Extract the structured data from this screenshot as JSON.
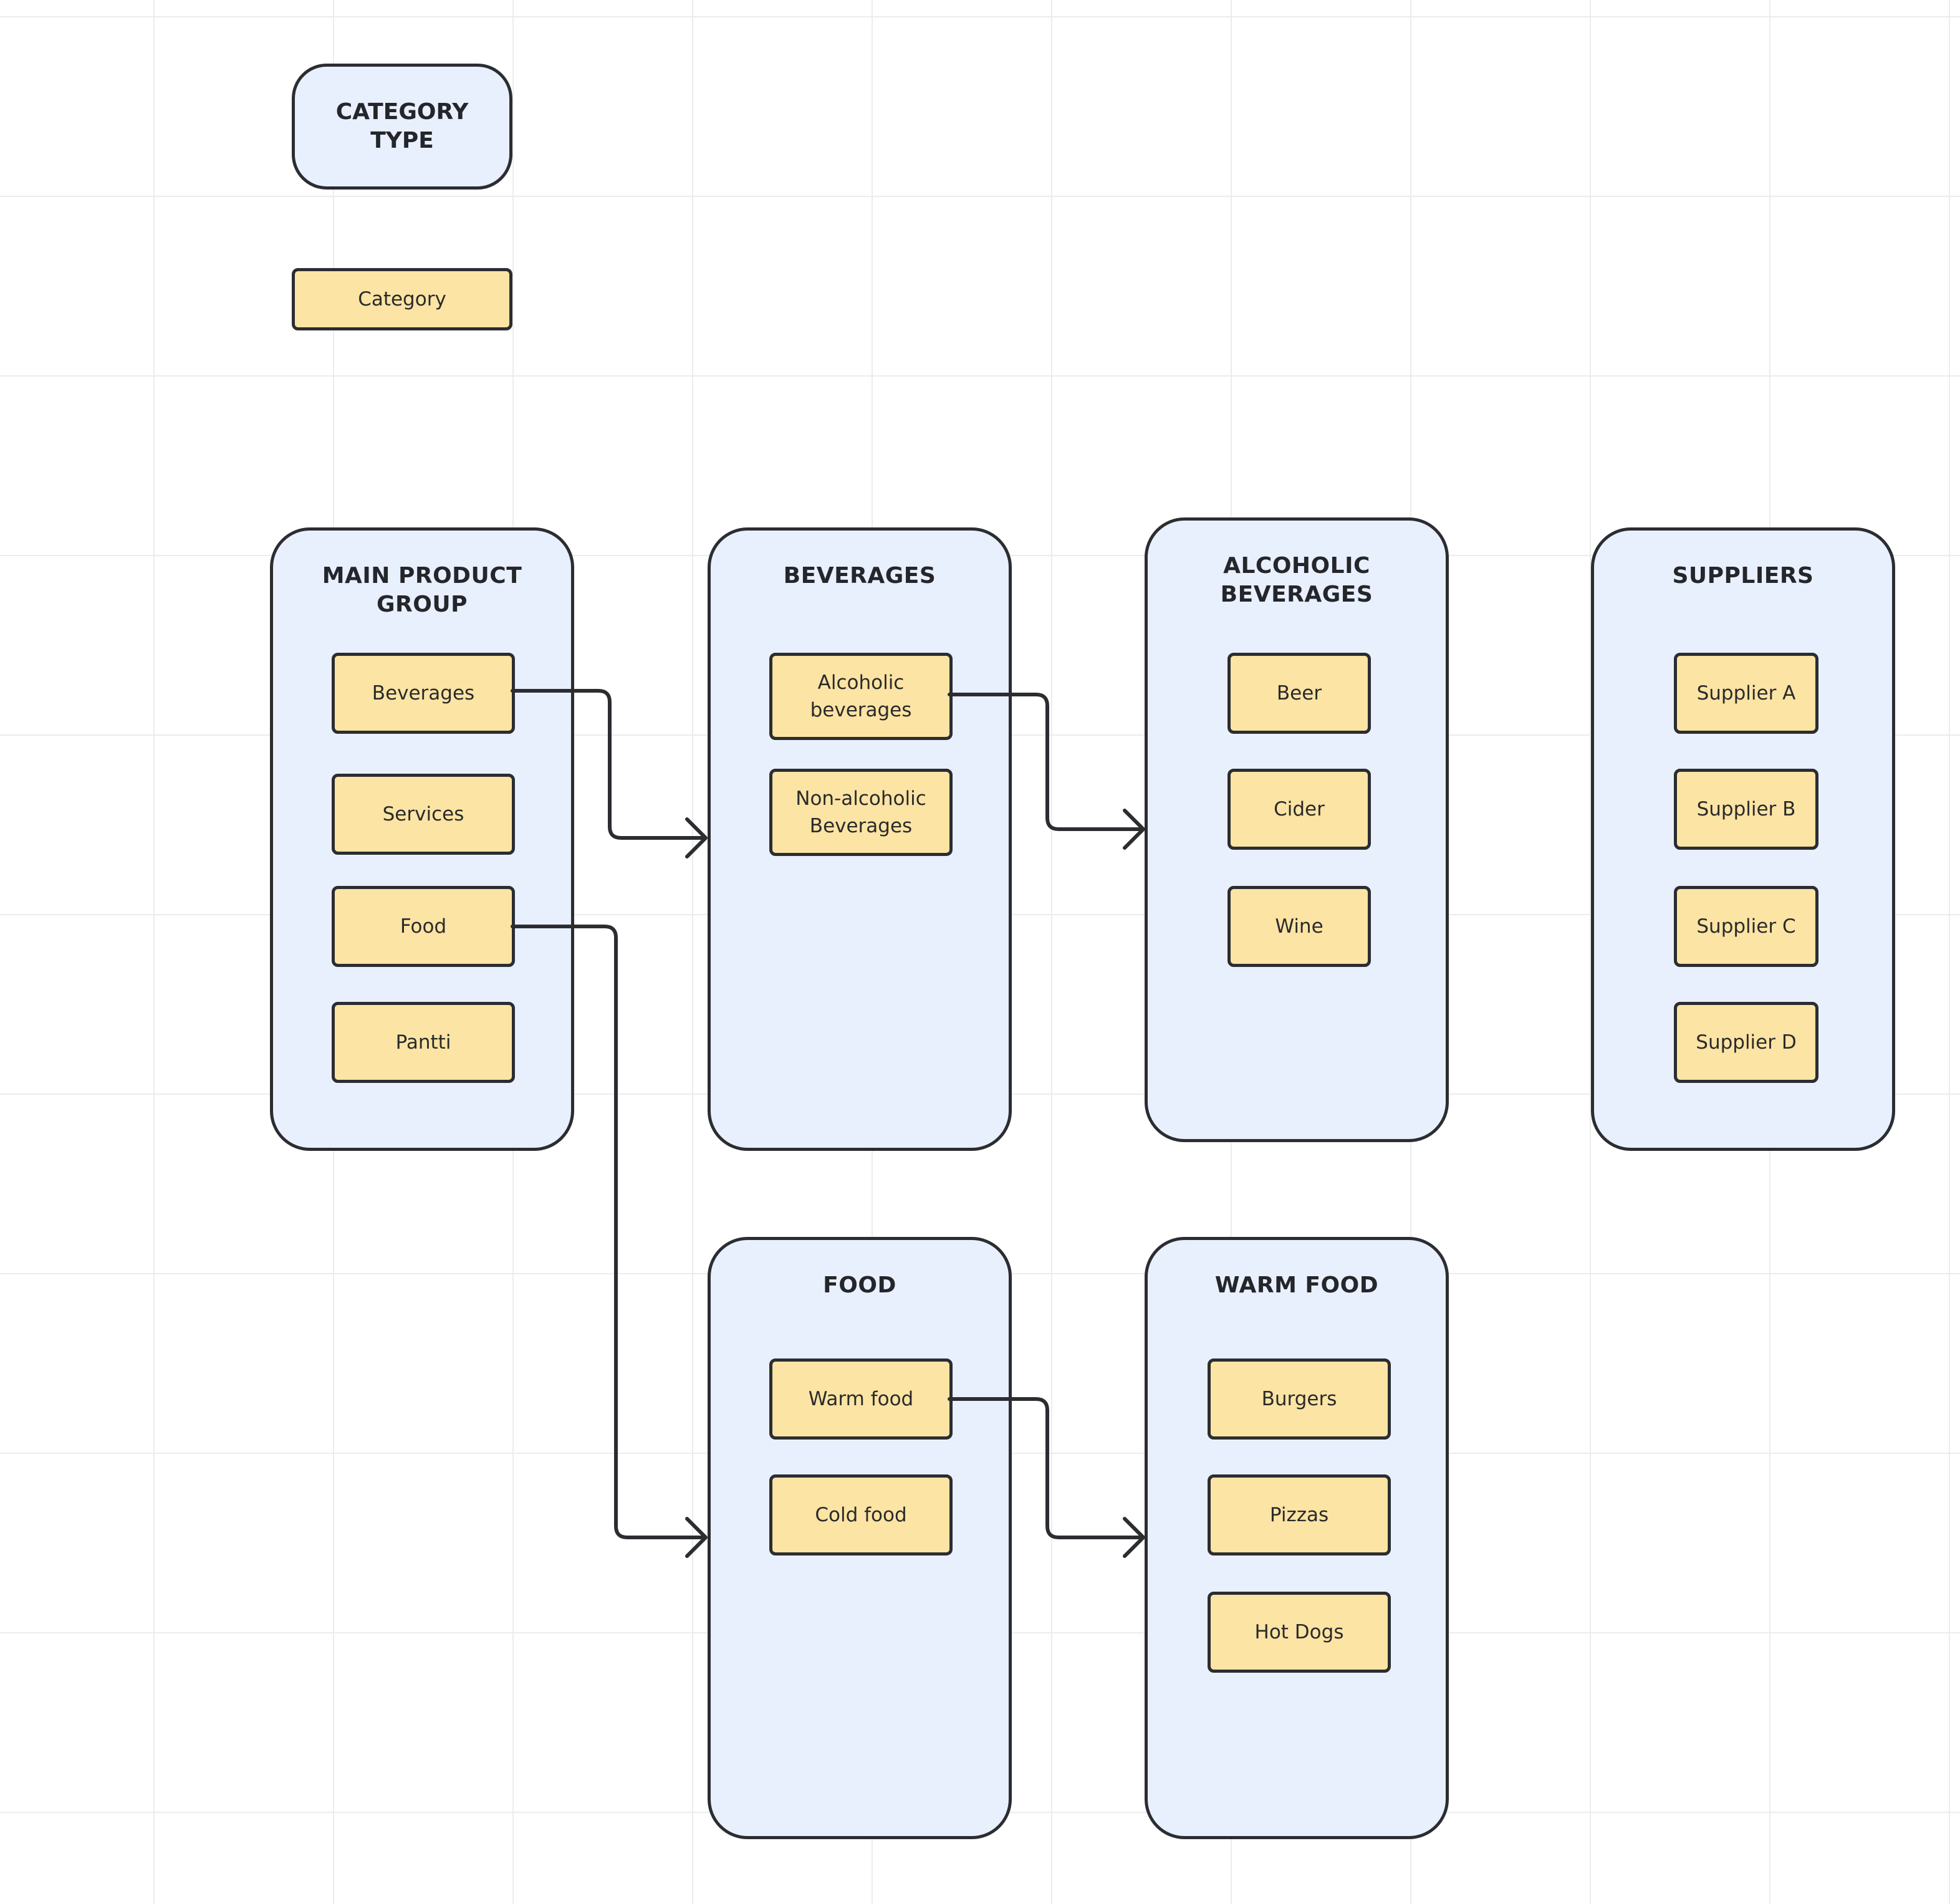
{
  "legend": {
    "type_label": "CATEGORY\nTYPE",
    "category_label": "Category"
  },
  "groups": {
    "main": {
      "title": "MAIN PRODUCT\nGROUP",
      "items": [
        "Beverages",
        "Services",
        "Food",
        "Pantti"
      ]
    },
    "beverages": {
      "title": "BEVERAGES",
      "items": [
        "Alcoholic\nbeverages",
        "Non-alcoholic\nBeverages"
      ]
    },
    "alcoholic": {
      "title": "ALCOHOLIC\nBEVERAGES",
      "items": [
        "Beer",
        "Cider",
        "Wine"
      ]
    },
    "suppliers": {
      "title": "SUPPLIERS",
      "items": [
        "Supplier A",
        "Supplier B",
        "Supplier C",
        "Supplier D"
      ]
    },
    "food": {
      "title": "FOOD",
      "items": [
        "Warm food",
        "Cold food"
      ]
    },
    "warm": {
      "title": "WARM FOOD",
      "items": [
        "Burgers",
        "Pizzas",
        "Hot Dogs"
      ]
    }
  },
  "colors": {
    "group_fill": "#e9f0fd",
    "category_fill": "#fce4a4",
    "stroke": "#2b2d31"
  }
}
